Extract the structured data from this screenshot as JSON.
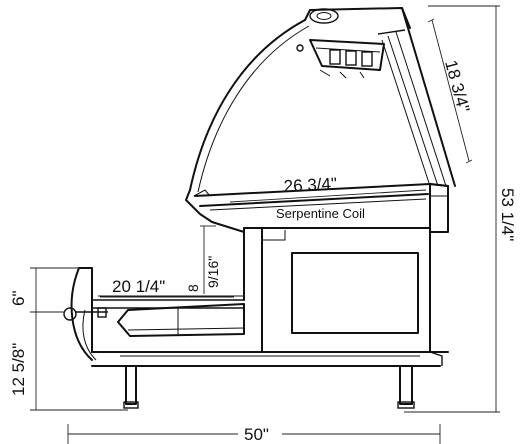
{
  "dimensions": {
    "glass_height": "18 3/4\"",
    "overall_height": "53 1/4\"",
    "top_shelf_depth": "26 3/4\"",
    "lower_deck_depth": "20 1/4\"",
    "deck_height_num": "8",
    "deck_height_frac": "9/16\"",
    "front_rise": "6\"",
    "base_height": "12 5/8\"",
    "overall_width": "50\""
  },
  "labels": {
    "coil": "Serpentine Coil"
  }
}
